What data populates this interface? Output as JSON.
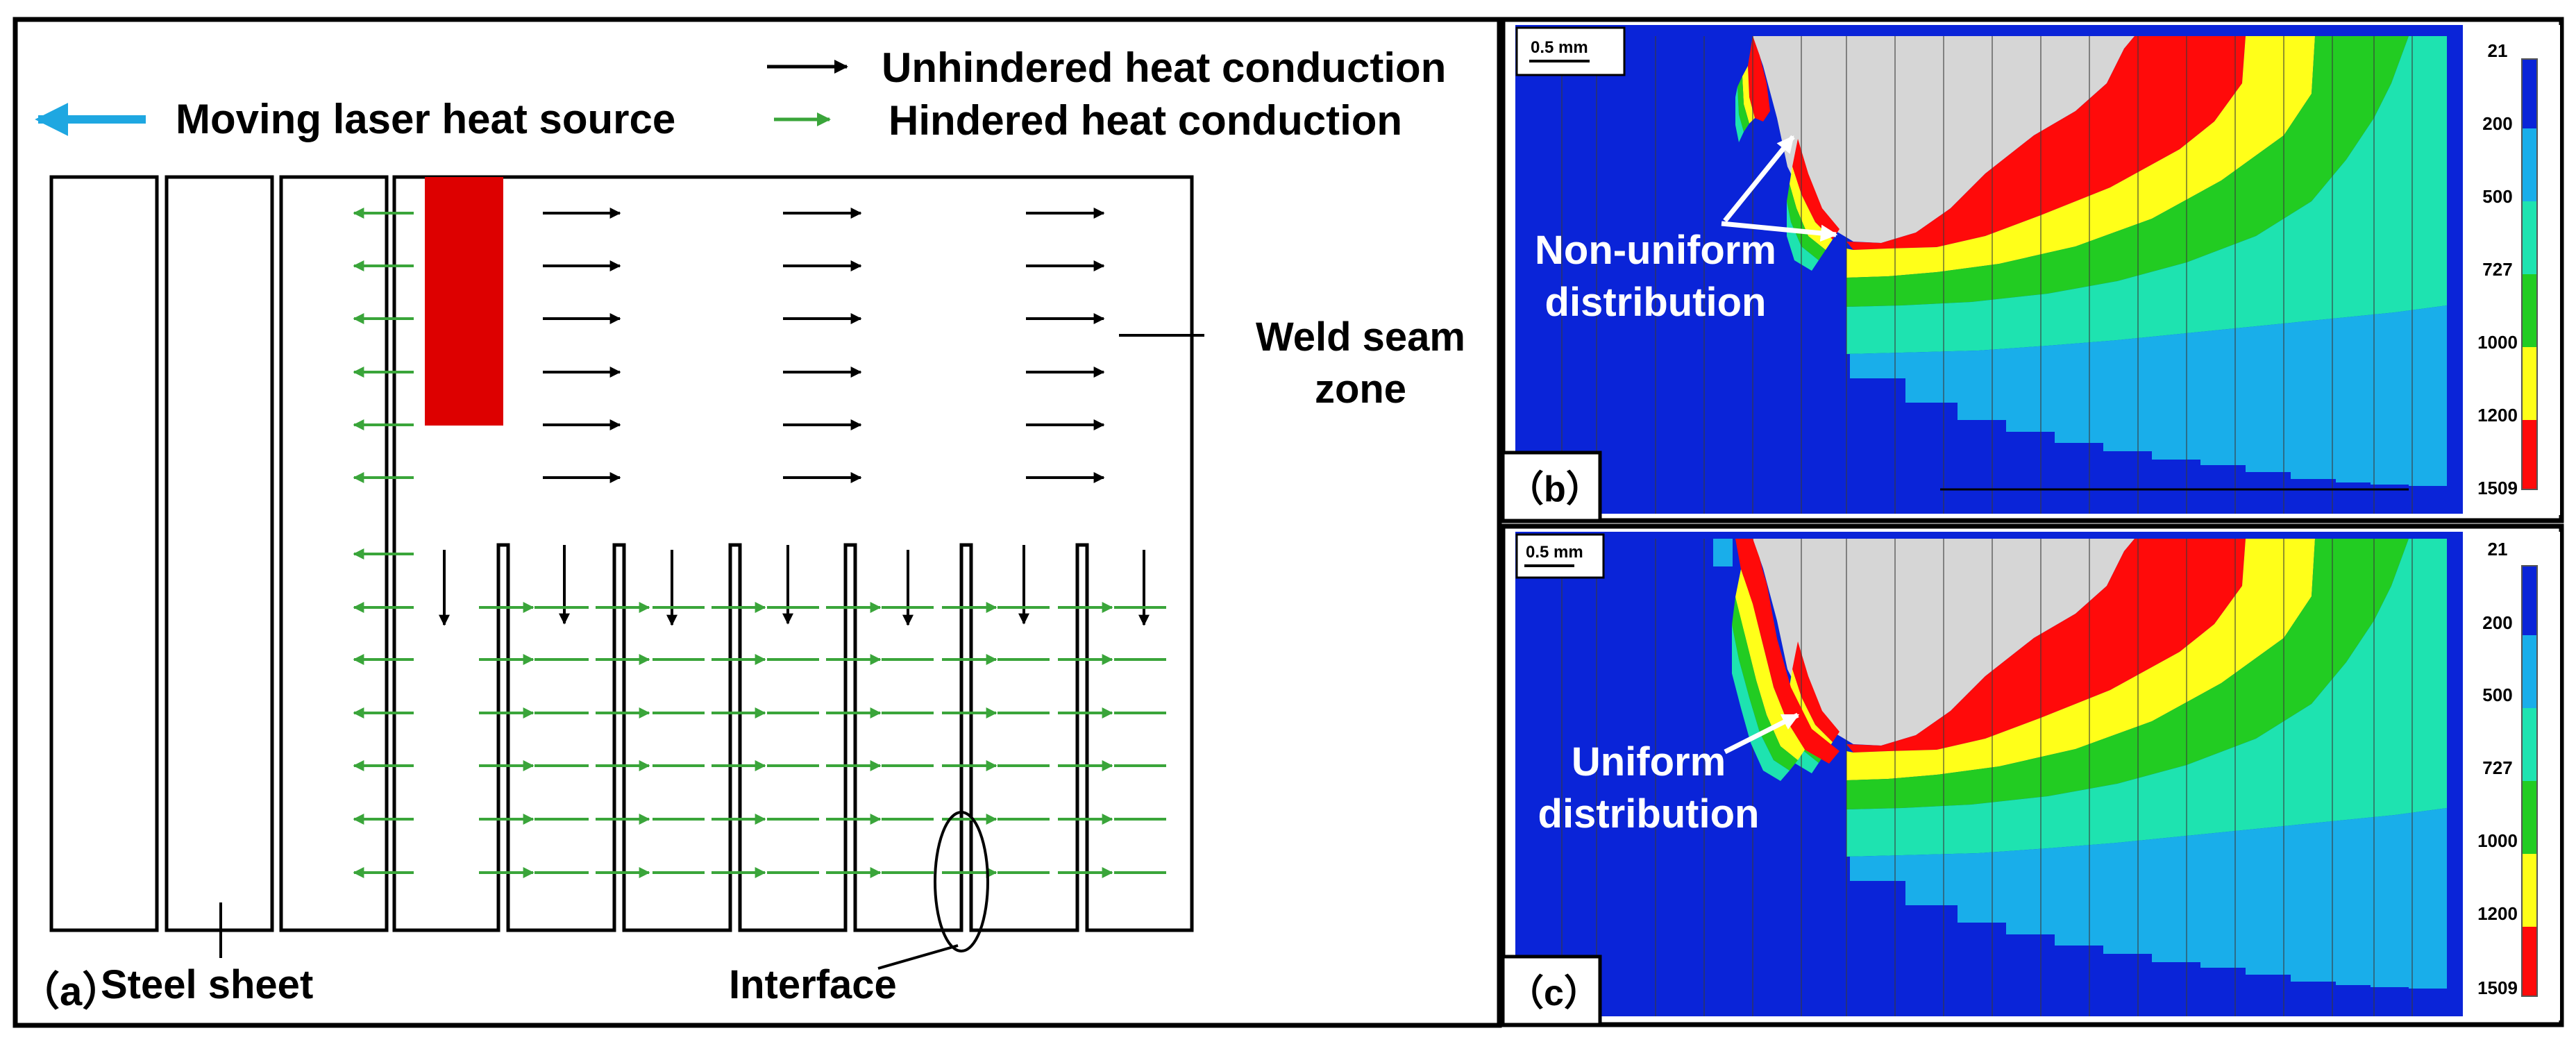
{
  "panel_a": {
    "label": "（a）",
    "legend": {
      "moving_source": "Moving laser heat source",
      "unhindered": "Unhindered heat conduction",
      "hindered": "Hindered heat conduction"
    },
    "weld_seam": [
      "Weld seam",
      "zone"
    ],
    "steel_sheet": "Steel sheet",
    "interface": "Interface"
  },
  "panel_b": {
    "label": "（b）",
    "scale_bar": "0.5 mm",
    "annotation": [
      "Non-uniform",
      "distribution"
    ]
  },
  "panel_c": {
    "label": "（c）",
    "scale_bar": "0.5 mm",
    "annotation": [
      "Uniform",
      "distribution"
    ]
  },
  "colorbar_ticks": [
    "21",
    "200",
    "500",
    "727",
    "1000",
    "1200",
    "1509"
  ],
  "colors": {
    "laser_source": "#dd0000",
    "moving_arrow": "#1ea7e1",
    "hindered_arrow": "#3aa53a",
    "unhindered_arrow": "#000000",
    "dark_blue": "#0a24d8",
    "light_blue": "#19aeea",
    "cyan": "#1ee3b0",
    "green": "#22cc22",
    "yellow": "#ffff19",
    "red": "#ff0a0a",
    "grey": "#d6d6d6"
  }
}
